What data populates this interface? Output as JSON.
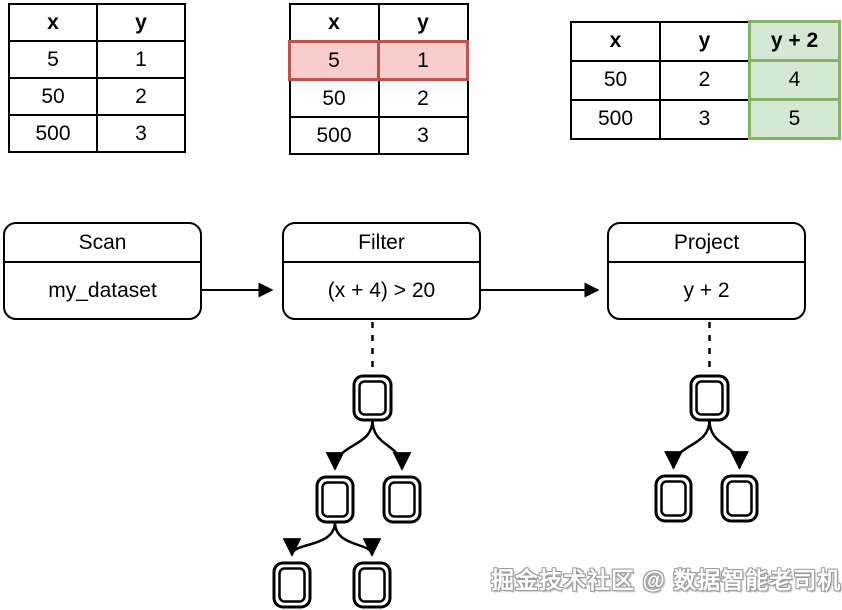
{
  "colors": {
    "line": "#000000",
    "filtered_row_fill": "#f8cecc",
    "filtered_row_border": "#b85450",
    "projected_col_fill": "#d5e8d4",
    "projected_col_border": "#82b366"
  },
  "tables": {
    "input": {
      "headers": [
        "x",
        "y"
      ],
      "rows": [
        [
          "5",
          "1"
        ],
        [
          "50",
          "2"
        ],
        [
          "500",
          "3"
        ]
      ]
    },
    "filtered": {
      "headers": [
        "x",
        "y"
      ],
      "rows": [
        [
          "5",
          "1"
        ],
        [
          "50",
          "2"
        ],
        [
          "500",
          "3"
        ]
      ],
      "highlighted_row_index": 0
    },
    "projected": {
      "headers": [
        "x",
        "y",
        "y + 2"
      ],
      "rows": [
        [
          "50",
          "2",
          "4"
        ],
        [
          "500",
          "3",
          "5"
        ]
      ],
      "highlighted_column_index": 2
    }
  },
  "plan": {
    "scan": {
      "title": "Scan",
      "detail": "my_dataset"
    },
    "filter": {
      "title": "Filter",
      "detail": "(x + 4) > 20"
    },
    "project": {
      "title": "Project",
      "detail": "y + 2"
    }
  },
  "trees": {
    "filter_expression_tree": {
      "node_count": 5,
      "levels": 3
    },
    "project_expression_tree": {
      "node_count": 3,
      "levels": 2
    }
  },
  "watermark": "掘金技术社区 @ 数据智能老司机"
}
